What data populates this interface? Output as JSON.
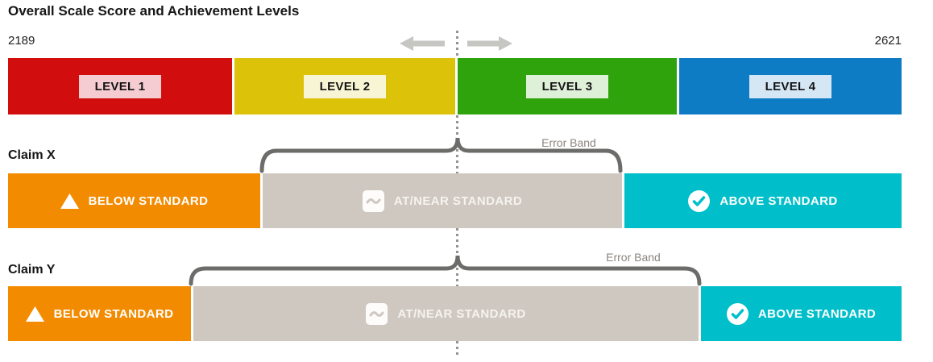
{
  "title": "Overall Scale Score and Achievement Levels",
  "scale": {
    "min_score": "2189",
    "max_score": "2621"
  },
  "levels": [
    {
      "label": "LEVEL 1",
      "bar_color": "#d20d0d",
      "badge_bg": "#f4ccd1"
    },
    {
      "label": "LEVEL 2",
      "bar_color": "#dcc30a",
      "badge_bg": "#f8f5d4"
    },
    {
      "label": "LEVEL 3",
      "bar_color": "#2fa30b",
      "badge_bg": "#dff0d8"
    },
    {
      "label": "LEVEL 4",
      "bar_color": "#0d7cc4",
      "badge_bg": "#d5e7f5"
    }
  ],
  "claims": [
    {
      "name": "Claim X",
      "error_band_label": "Error Band",
      "below_label": "BELOW STANDARD",
      "at_near_label": "AT/NEAR STANDARD",
      "above_label": "ABOVE STANDARD"
    },
    {
      "name": "Claim Y",
      "error_band_label": "Error Band",
      "below_label": "BELOW STANDARD",
      "at_near_label": "AT/NEAR STANDARD",
      "above_label": "ABOVE STANDARD"
    }
  ],
  "icons": {
    "below": "warning-triangle-icon",
    "at_near": "tilde-icon",
    "above": "check-circle-icon",
    "left_arrow": "left-arrow-icon",
    "right_arrow": "right-arrow-icon"
  },
  "colors": {
    "below_orange": "#f38b00",
    "at_near_gray": "#cfc8c0",
    "above_teal": "#00bfca",
    "arrow_gray": "#c6c6c2",
    "brace_gray": "#6c6c6a",
    "error_band_text": "#8b8680",
    "dotted_line_gray": "#94948f"
  }
}
